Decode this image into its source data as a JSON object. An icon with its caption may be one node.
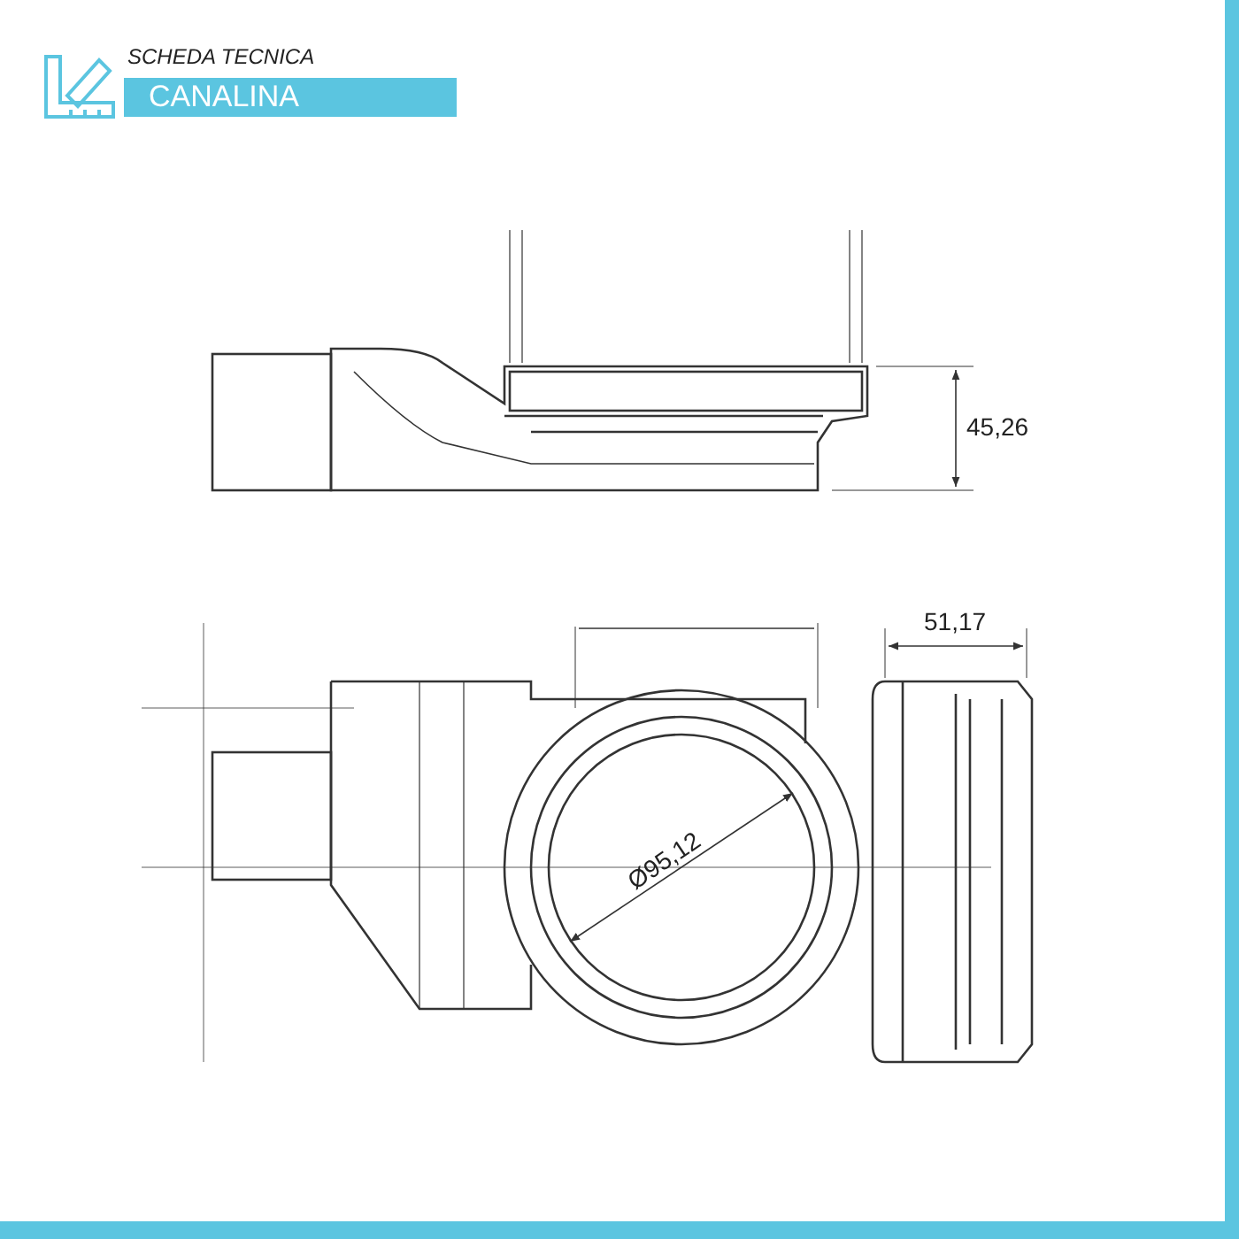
{
  "diagram": {
    "title": "CANALINA",
    "labels": [
      "SCHEDA TECNICA",
      "45,26",
      "51,17",
      "Ø95,12"
    ]
  }
}
